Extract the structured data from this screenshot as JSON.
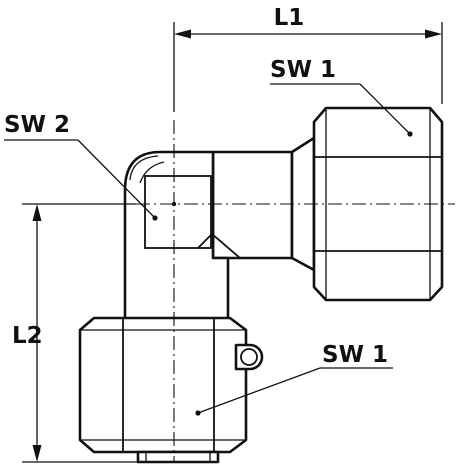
{
  "drawing": {
    "dimensions": {
      "length_1": "L1",
      "length_2": "L2"
    },
    "callouts": {
      "wrench_size_1_top": "SW 1",
      "wrench_size_2": "SW 2",
      "wrench_size_1_bottom": "SW 1"
    }
  }
}
